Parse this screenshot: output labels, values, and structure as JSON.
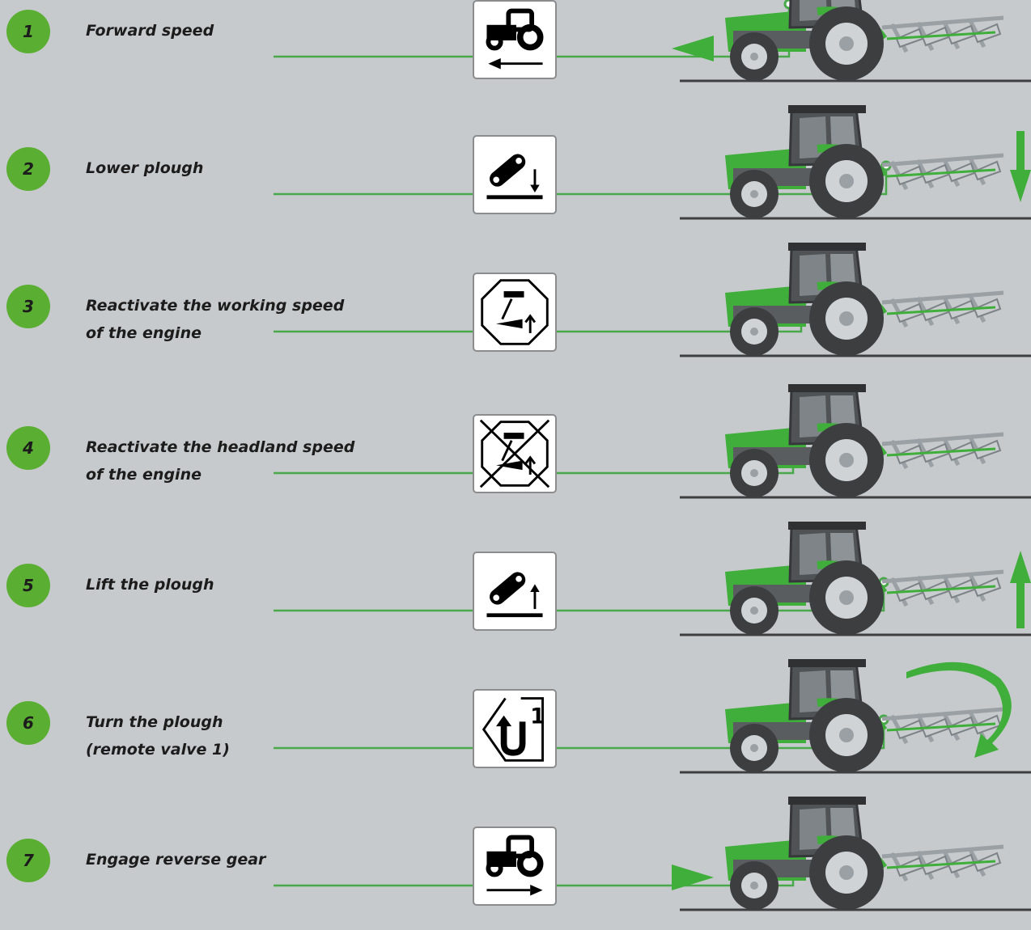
{
  "steps": [
    {
      "number": "1",
      "lines": [
        "Forward speed"
      ],
      "icon": "tractor-forward-icon",
      "arrow": "left"
    },
    {
      "number": "2",
      "lines": [
        "Lower plough"
      ],
      "icon": "lower-plough-icon",
      "arrow": "down"
    },
    {
      "number": "3",
      "lines": [
        "Reactivate the working speed",
        "of the engine"
      ],
      "icon": "engine-working-speed-icon",
      "arrow": ""
    },
    {
      "number": "4",
      "lines": [
        "Reactivate the headland speed",
        "of the engine"
      ],
      "icon": "engine-headland-speed-icon",
      "arrow": ""
    },
    {
      "number": "5",
      "lines": [
        "Lift the plough"
      ],
      "icon": "lift-plough-icon",
      "arrow": "up"
    },
    {
      "number": "6",
      "lines": [
        "Turn the plough",
        "(remote valve 1)"
      ],
      "icon": "turn-plough-valve-1-icon",
      "arrow": "turn"
    },
    {
      "number": "7",
      "lines": [
        "Engage reverse gear"
      ],
      "icon": "tractor-reverse-icon",
      "arrow": "right"
    }
  ],
  "icon_texts": {
    "valve_number": "1"
  },
  "colors": {
    "background": "#c6cacc",
    "badge": "#5aae32",
    "connector": "#49a84a",
    "tractor_green": "#3fae3a",
    "tractor_body": "#5a5d60",
    "ground": "#3d3f41"
  }
}
